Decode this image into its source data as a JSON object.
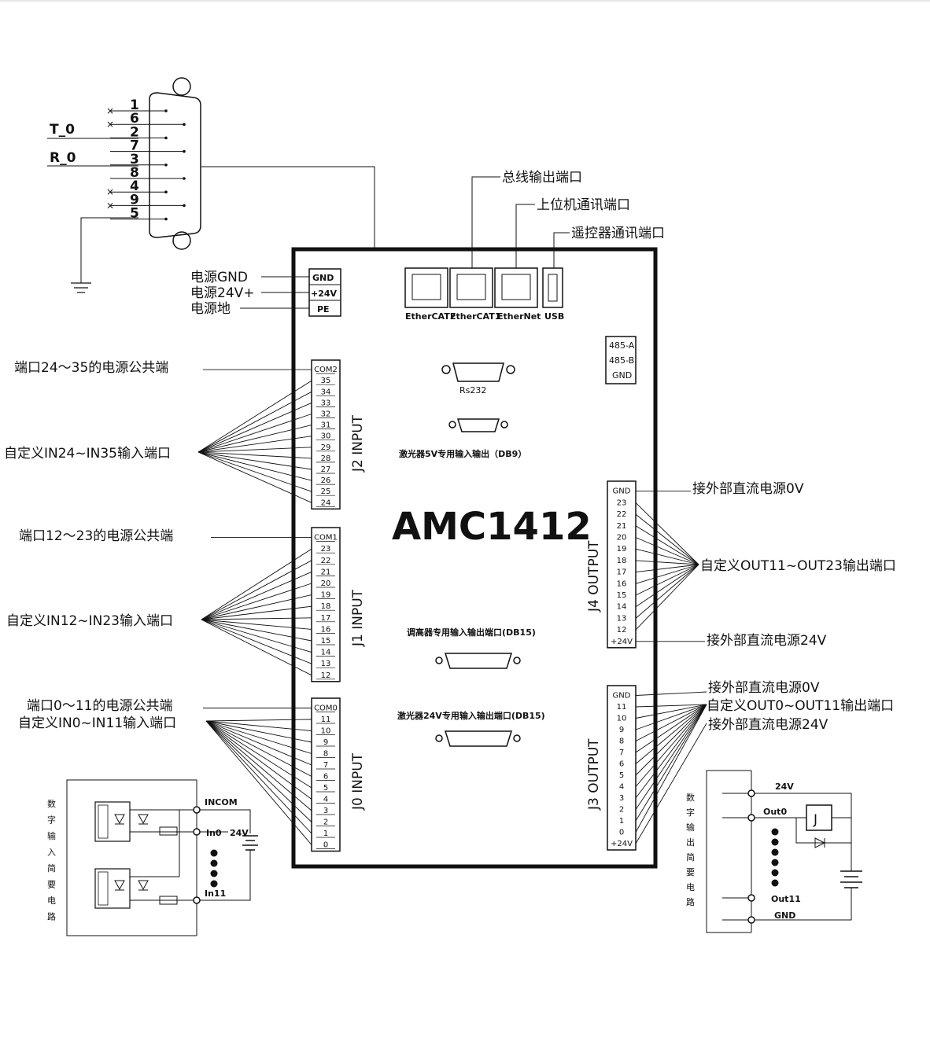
{
  "board": {
    "model": "AMC1412",
    "ports": [
      "EtherCAT2",
      "EtherCAT1",
      "EtherNet",
      "USB"
    ],
    "rs232": "Rs232",
    "rs485": [
      "485-A",
      "485-B",
      "GND"
    ],
    "power_terminal": [
      "GND",
      "+24V",
      "PE"
    ],
    "db9_label": "激光器5V专用输入输出（DB9）",
    "db15_height_label": "调高器专用输入输出端口(DB15)",
    "db15_laser_label": "激光器24V专用输入输出端口(DB15)"
  },
  "callouts": {
    "bus_out": "总线输出端口",
    "host_comm": "上位机通讯端口",
    "remote_comm": "遥控器通讯端口",
    "power_gnd": "电源GND",
    "power_24v": "电源24V+",
    "power_pe": "电源地",
    "j2_com": "端口24～35的电源公共端",
    "j2_in": "自定义IN24~IN35输入端口",
    "j1_com": "端口12～23的电源公共端",
    "j1_in": "自定义IN12~IN23输入端口",
    "j0_com": "端口0～11的电源公共端",
    "j0_in": "自定义IN0~IN11输入端口",
    "j4_gnd": "接外部直流电源0V",
    "j4_out": "自定义OUT11~OUT23输出端口",
    "j4_24v": "接外部直流电源24V",
    "j3_gnd": "接外部直流电源0V",
    "j3_out": "自定义OUT0~OUT11输出端口",
    "j3_24v": "接外部直流电源24V"
  },
  "connectors": {
    "j2": {
      "title": "J2 INPUT",
      "header": "COM2",
      "pins": [
        "35",
        "34",
        "33",
        "32",
        "31",
        "30",
        "29",
        "28",
        "27",
        "26",
        "25",
        "24"
      ]
    },
    "j1": {
      "title": "J1 INPUT",
      "header": "COM1",
      "pins": [
        "23",
        "22",
        "21",
        "20",
        "19",
        "18",
        "17",
        "16",
        "15",
        "14",
        "13",
        "12"
      ]
    },
    "j0": {
      "title": "J0 INPUT",
      "header": "COM0",
      "pins": [
        "11",
        "10",
        "9",
        "8",
        "7",
        "6",
        "5",
        "4",
        "3",
        "2",
        "1",
        "0"
      ]
    },
    "j4": {
      "title": "J4 OUTPUT",
      "header": "GND",
      "pins": [
        "23",
        "22",
        "21",
        "20",
        "19",
        "18",
        "17",
        "16",
        "15",
        "14",
        "13",
        "12"
      ],
      "footer": "+24V"
    },
    "j3": {
      "title": "J3 OUTPUT",
      "header": "GND",
      "pins": [
        "11",
        "10",
        "9",
        "8",
        "7",
        "6",
        "5",
        "4",
        "3",
        "2",
        "1",
        "0"
      ],
      "footer": "+24V"
    }
  },
  "serial": {
    "t_label": "T_0",
    "r_label": "R_0",
    "pins": [
      "1",
      "6",
      "2",
      "7",
      "3",
      "8",
      "4",
      "9",
      "5"
    ]
  },
  "input_circuit": {
    "title": "数字输入简要电路",
    "incom": "INCOM",
    "in0": "In0",
    "in11": "In11",
    "v24": "24V"
  },
  "output_circuit": {
    "title": "数字输出简要电路",
    "v24": "24V",
    "out0": "Out0",
    "out11": "Out11",
    "gnd": "GND",
    "relay": "J"
  }
}
